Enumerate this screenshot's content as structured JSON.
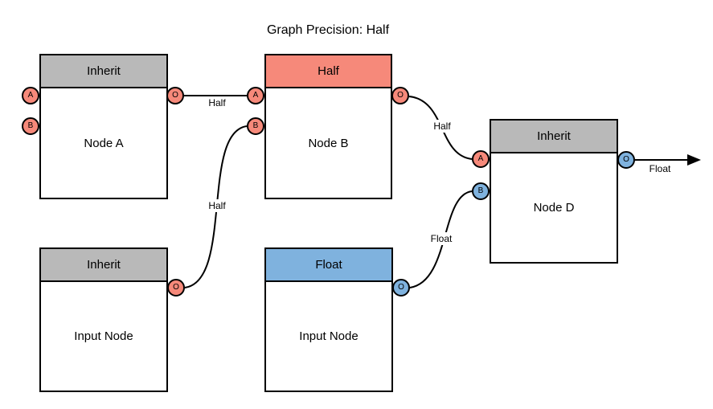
{
  "title": "Graph Precision: Half",
  "colors": {
    "half_salmon": "#F6897A",
    "float_blue": "#7FB2DE",
    "inherit_gray": "#B9B9B9",
    "stroke": "#000000",
    "background": "#FFFFFF"
  },
  "nodes": {
    "node_a": {
      "header": "Inherit",
      "label": "Node A",
      "ports": {
        "a": "A",
        "b": "B",
        "o": "O"
      }
    },
    "node_b": {
      "header": "Half",
      "label": "Node B",
      "ports": {
        "a": "A",
        "b": "B",
        "o": "O"
      }
    },
    "node_d": {
      "header": "Inherit",
      "label": "Node D",
      "ports": {
        "a": "A",
        "b": "B",
        "o": "O"
      }
    },
    "input_node_left": {
      "header": "Inherit",
      "label": "Input Node",
      "ports": {
        "o": "O"
      }
    },
    "input_node_middle": {
      "header": "Float",
      "label": "Input Node",
      "ports": {
        "o": "O"
      }
    }
  },
  "edges": {
    "a_to_b": {
      "label": "Half"
    },
    "input_left_to_b": {
      "label": "Half"
    },
    "b_to_d": {
      "label": "Half"
    },
    "input_middle_to_d": {
      "label": "Float"
    },
    "d_output": {
      "label": "Float"
    }
  }
}
